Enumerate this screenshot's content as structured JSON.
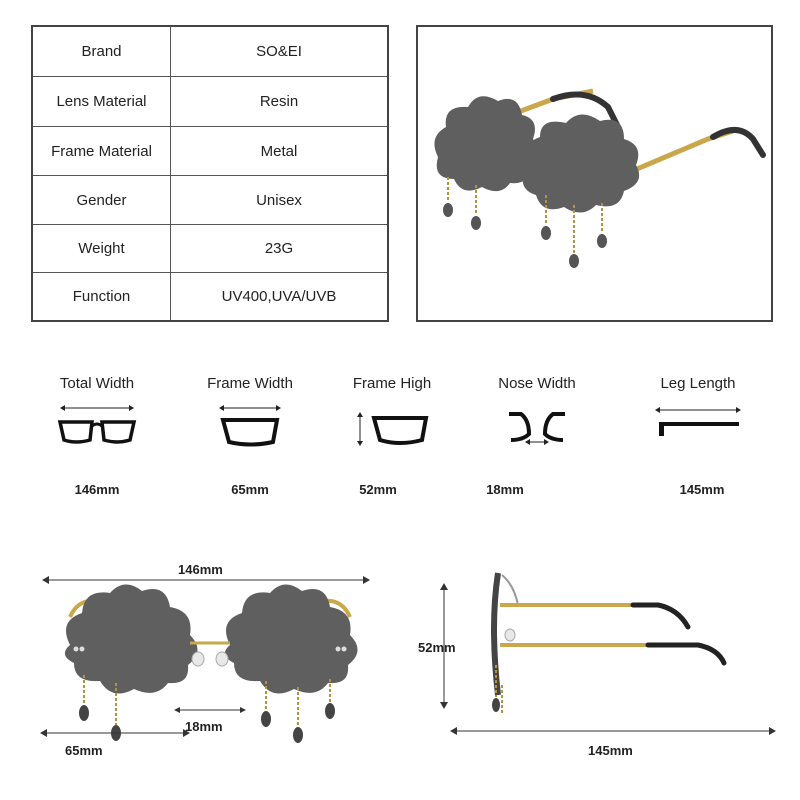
{
  "specs": [
    {
      "label": "Brand",
      "value": "SO&EI"
    },
    {
      "label": "Lens Material",
      "value": "Resin"
    },
    {
      "label": "Frame Material",
      "value": "Metal"
    },
    {
      "label": "Gender",
      "value": "Unisex"
    },
    {
      "label": "Weight",
      "value": "23G"
    },
    {
      "label": "Function",
      "value": "UV400,UVA/UVB"
    }
  ],
  "dimensions": [
    {
      "title": "Total Width",
      "value": "146mm",
      "icon": "total-width-icon"
    },
    {
      "title": "Frame Width",
      "value": "65mm",
      "icon": "frame-width-icon"
    },
    {
      "title": "Frame High",
      "value": "52mm",
      "icon": "frame-high-icon"
    },
    {
      "title": "Nose Width",
      "value": "18mm",
      "icon": "nose-width-icon"
    },
    {
      "title": "Leg Length",
      "value": "145mm",
      "icon": "leg-length-icon"
    }
  ],
  "front_diagram": {
    "total_width": "146mm",
    "bridge_width": "18mm",
    "lens_width": "65mm"
  },
  "side_diagram": {
    "height": "52mm",
    "leg_length": "145mm"
  },
  "colors": {
    "lens": "#5f5f5f",
    "frame_gold": "#c9a74a",
    "border": "#444444"
  }
}
